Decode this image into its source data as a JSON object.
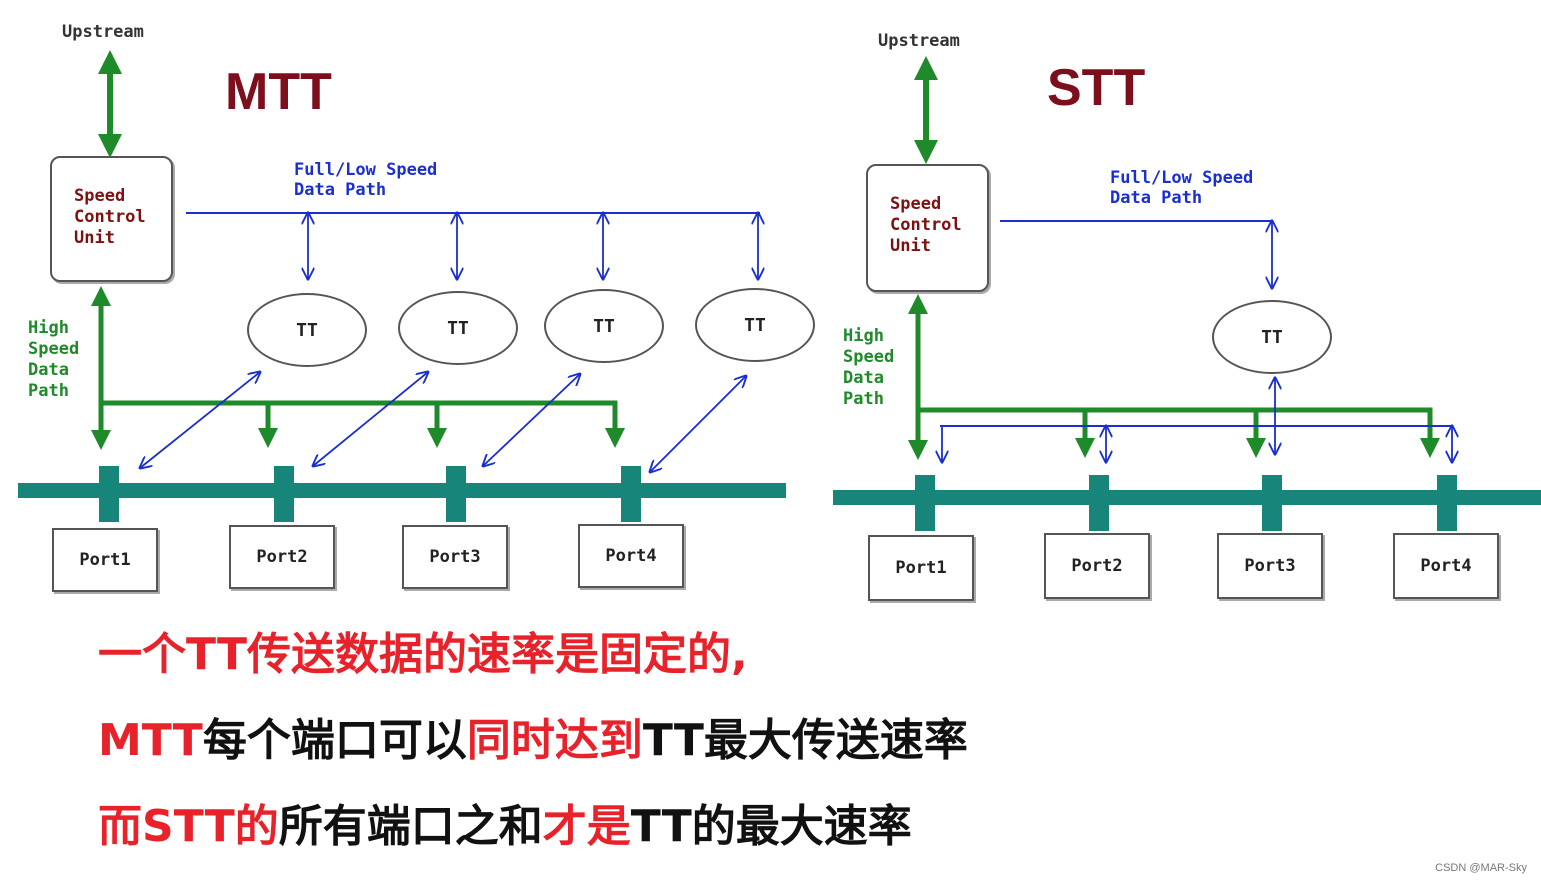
{
  "mtt": {
    "heading": "MTT",
    "upstream": "Upstream",
    "scu_lines": [
      "Speed",
      "Control",
      "Unit"
    ],
    "fl_label": "Full/Low Speed\nData Path",
    "hs_label": "High\nSpeed\nData\nPath",
    "tt_labels": [
      "TT",
      "TT",
      "TT",
      "TT"
    ],
    "ports": [
      "Port1",
      "Port2",
      "Port3",
      "Port4"
    ]
  },
  "stt": {
    "heading": "STT",
    "upstream": "Upstream",
    "scu_lines": [
      "Speed",
      "Control",
      "Unit"
    ],
    "fl_label": "Full/Low Speed\nData Path",
    "hs_label": "High\nSpeed\nData\nPath",
    "tt_label": "TT",
    "ports": [
      "Port1",
      "Port2",
      "Port3",
      "Port4"
    ]
  },
  "caption": {
    "line1": [
      {
        "text": "一个TT传送数据的速率是固定的,",
        "red": true
      }
    ],
    "line2": [
      {
        "text": "MTT",
        "red": true
      },
      {
        "text": "每个端口可以",
        "red": false
      },
      {
        "text": "同时达到",
        "red": true
      },
      {
        "text": "TT最大传送速率",
        "red": false
      }
    ],
    "line3": [
      {
        "text": "而STT的",
        "red": true
      },
      {
        "text": "所有端口之和",
        "red": false
      },
      {
        "text": "才是",
        "red": true
      },
      {
        "text": "TT的最大速率",
        "red": false
      }
    ]
  },
  "credit": "CSDN @MAR-Sky",
  "colors": {
    "heading": "#7d0f1c",
    "blue_path": "#1a2fd0",
    "green_path": "#1f8a2a",
    "bus": "#17857a",
    "caption_red": "#e8222a"
  }
}
